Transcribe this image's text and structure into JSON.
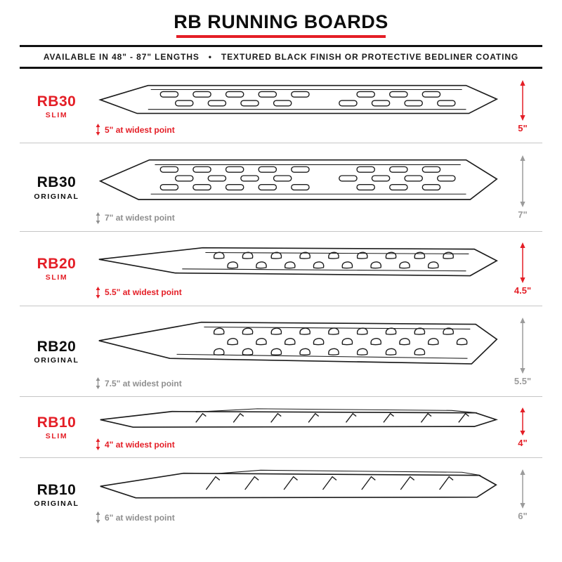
{
  "header": {
    "title": "RB RUNNING BOARDS",
    "subtitle_left": "AVAILABLE IN 48\" - 87\" LENGTHS",
    "subtitle_bullet": "•",
    "subtitle_right": "TEXTURED BLACK FINISH OR PROTECTIVE BEDLINER COATING"
  },
  "rows": [
    {
      "model": "RB30",
      "variant": "SLIM",
      "width_note": "5\" at widest point",
      "height_label": "5\""
    },
    {
      "model": "RB30",
      "variant": "ORIGINAL",
      "width_note": "7\" at widest point",
      "height_label": "7\""
    },
    {
      "model": "RB20",
      "variant": "SLIM",
      "width_note": "5.5\" at widest point",
      "height_label": "4.5\""
    },
    {
      "model": "RB20",
      "variant": "ORIGINAL",
      "width_note": "7.5\" at widest point",
      "height_label": "5.5\""
    },
    {
      "model": "RB10",
      "variant": "SLIM",
      "width_note": "4\" at widest point",
      "height_label": "4\""
    },
    {
      "model": "RB10",
      "variant": "ORIGINAL",
      "width_note": "6\" at widest point",
      "height_label": "6\""
    }
  ],
  "colors": {
    "accent_red": "#e41e26",
    "measure_gray": "#9b9b9b",
    "line_black": "#1c1c1c"
  }
}
